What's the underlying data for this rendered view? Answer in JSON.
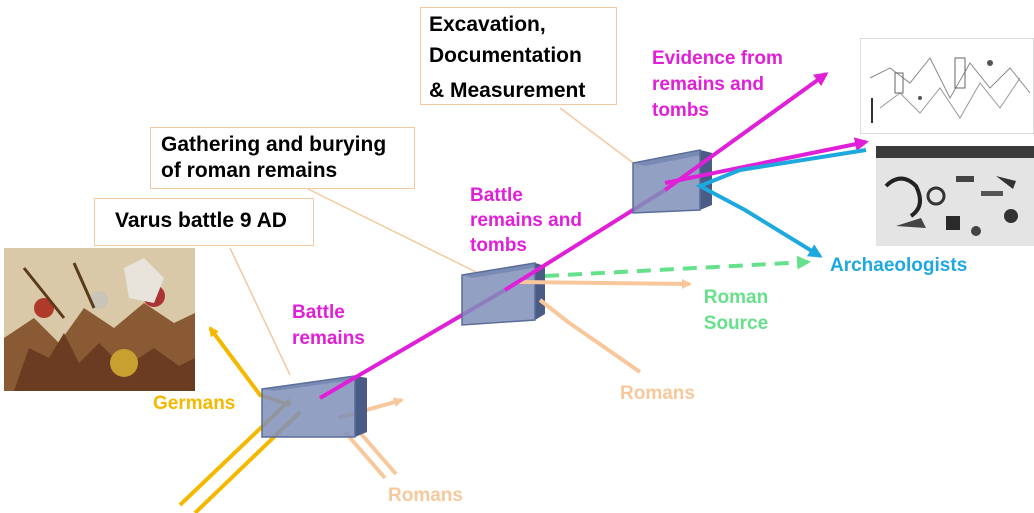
{
  "callouts": {
    "varus": "Varus battle 9 AD",
    "gathering_line1": "Gathering and burying",
    "gathering_line2": "of roman remains",
    "excavation_line1": "Excavation,",
    "excavation_line2": "Documentation",
    "excavation_line3": "& Measurement"
  },
  "labels": {
    "germans": "Germans",
    "romans_bottom": "Romans",
    "battle_remains_1": "Battle",
    "battle_remains_2": "remains",
    "battle_tombs_1": "Battle",
    "battle_tombs_2": "remains and",
    "battle_tombs_3": "tombs",
    "roman_source_1": "Roman",
    "roman_source_2": "Source",
    "romans_mid": "Romans",
    "evidence_1": "Evidence from",
    "evidence_2": "remains and",
    "evidence_3": "tombs",
    "archaeologists": "Archaeologists"
  },
  "colors": {
    "germans": "#f5b800",
    "romans": "#f8c89c",
    "remains": "#e020d8",
    "roman_source": "#66e08a",
    "archaeologists": "#1ea8e0",
    "box": "#7f8fb8",
    "callout_border": "#f2c9a0"
  },
  "images": {
    "battle_painting": "battle-scene-painting",
    "plan_drawing": "excavation-plan-drawing",
    "finds_photo": "archaeological-finds-photo"
  }
}
